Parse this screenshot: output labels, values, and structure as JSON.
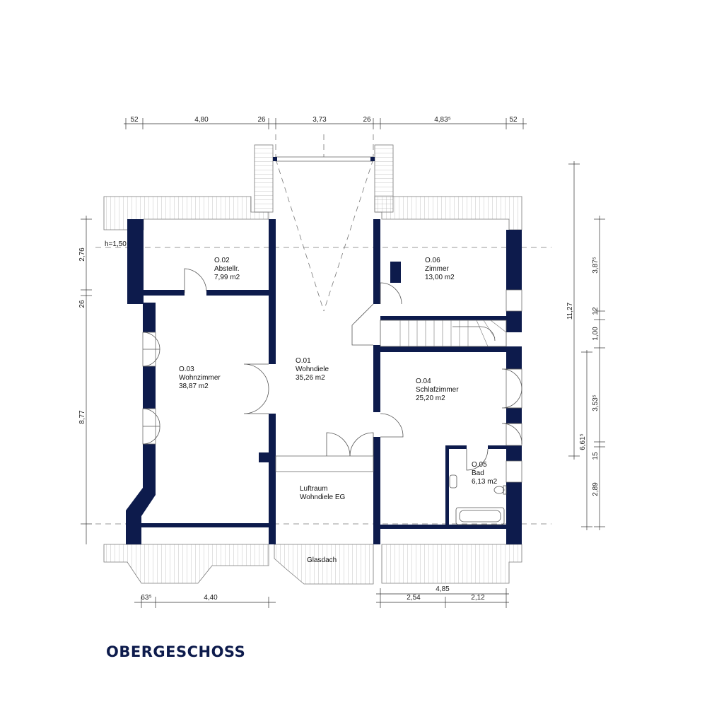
{
  "title": "OBERGESCHOSS",
  "colors": {
    "wall": "#0d1b4c",
    "title": "#0d1b4c"
  },
  "rooms": [
    {
      "id": "O.02",
      "name": "Abstellr.",
      "area": "7,99 m2"
    },
    {
      "id": "O.06",
      "name": "Zimmer",
      "area": "13,00 m2"
    },
    {
      "id": "O.03",
      "name": "Wohnzimmer",
      "area": "38,87 m2"
    },
    {
      "id": "O.01",
      "name": "Wohndiele",
      "area": "35,26 m2"
    },
    {
      "id": "O.04",
      "name": "Schlafzimmer",
      "area": "25,20 m2"
    },
    {
      "id": "O.05",
      "name": "Bad",
      "area": "6,13 m2"
    }
  ],
  "labels": {
    "luftraum_1": "Luftraum",
    "luftraum_2": "Wohndiele EG",
    "glasdach": "Glasdach",
    "height": "h=1,50"
  },
  "dimensions": {
    "top": [
      "52",
      "4,80",
      "26",
      "3,73",
      "26",
      "4,83⁵",
      "52"
    ],
    "left": [
      "2,76",
      "26",
      "8,77"
    ],
    "right_outer": [
      "11,27",
      "6,61⁵"
    ],
    "right_inner": [
      "3,87⁵",
      "12",
      "1,00",
      "3,53⁵",
      "15",
      "2,89"
    ],
    "bottom_left": [
      "63⁵",
      "4,40"
    ],
    "bottom_right": [
      "4,85",
      "2,54",
      "2,12"
    ]
  }
}
